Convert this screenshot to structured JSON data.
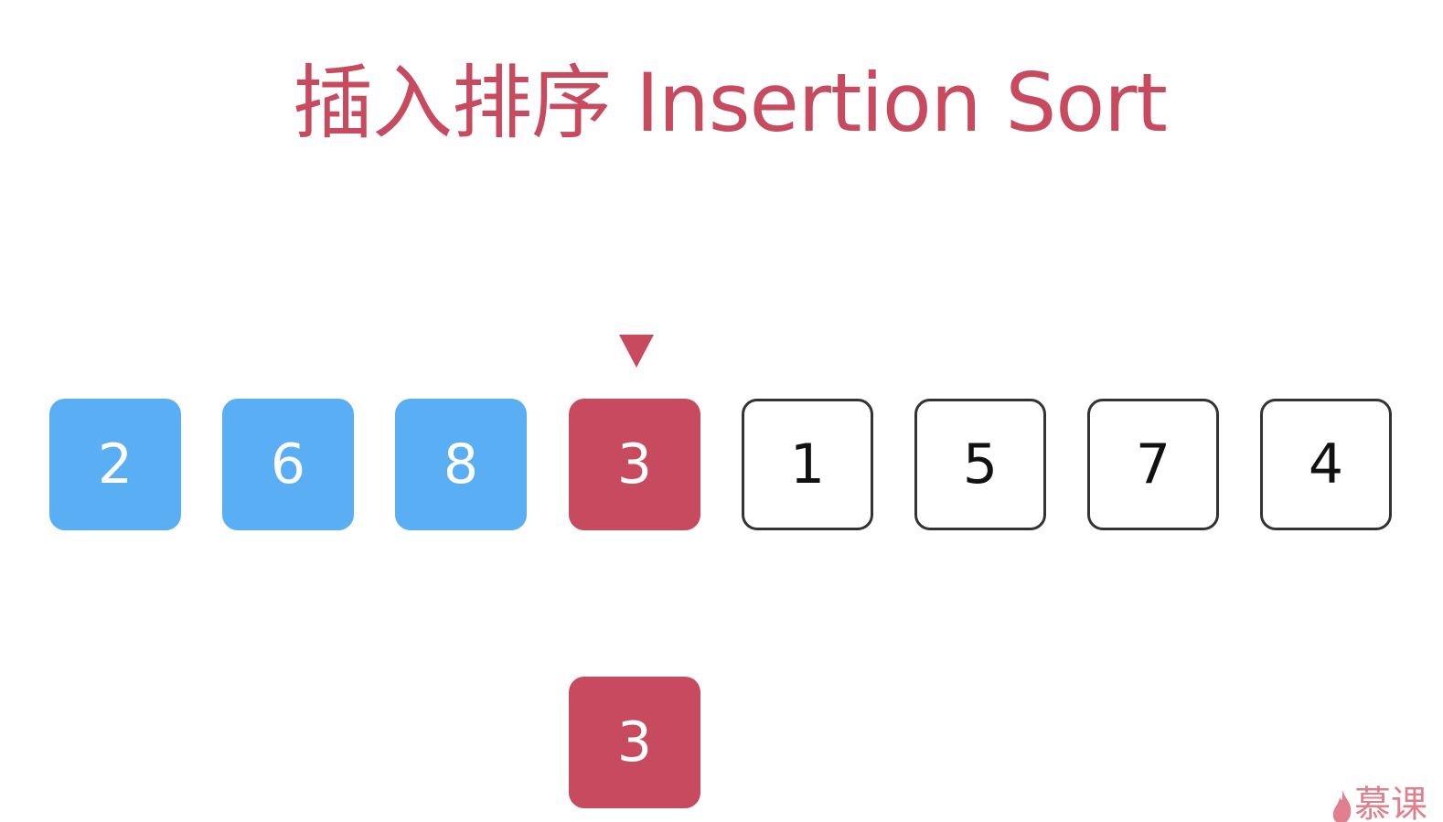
{
  "title": "插入排序 Insertion Sort",
  "colors": {
    "accent": "#c84a5e",
    "sorted": "#5aaff4",
    "unsorted_border": "#333333"
  },
  "array": [
    {
      "value": "2",
      "state": "sorted"
    },
    {
      "value": "6",
      "state": "sorted"
    },
    {
      "value": "8",
      "state": "sorted"
    },
    {
      "value": "3",
      "state": "current"
    },
    {
      "value": "1",
      "state": "unsorted"
    },
    {
      "value": "5",
      "state": "unsorted"
    },
    {
      "value": "7",
      "state": "unsorted"
    },
    {
      "value": "4",
      "state": "unsorted"
    }
  ],
  "pointer_index": 3,
  "temp": {
    "value": "3"
  },
  "watermark": {
    "text": "慕课",
    "icon": "flame-icon"
  }
}
